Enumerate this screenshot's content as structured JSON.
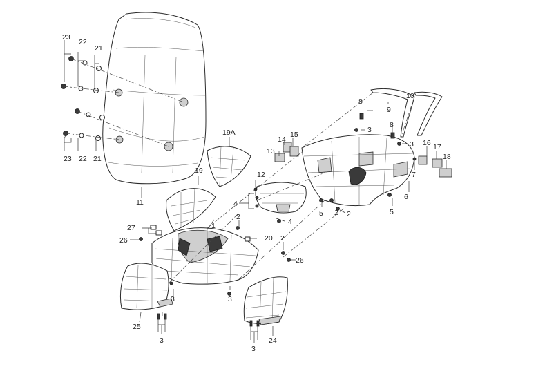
{
  "callouts": {
    "c1": "1",
    "c2a": "2",
    "c2b": "2",
    "c2c": "2",
    "c2d": "2",
    "c3a": "3",
    "c3b": "3",
    "c3c": "3",
    "c3d": "3",
    "c3e": "3",
    "c4a": "4",
    "c4b": "4",
    "c5a": "5",
    "c5b": "5",
    "c6": "6",
    "c7": "7",
    "c8a": "8",
    "c8b": "8",
    "c9": "9",
    "c10": "10",
    "c11": "11",
    "c12": "12",
    "c13": "13",
    "c14": "14",
    "c15": "15",
    "c16": "16",
    "c17": "17",
    "c18": "18",
    "c19": "19",
    "c19a": "19A",
    "c20": "20",
    "c21a": "21",
    "c21b": "21",
    "c22a": "22",
    "c22b": "22",
    "c23a": "23",
    "c23b": "23",
    "c24": "24",
    "c25": "25",
    "c26a": "26",
    "c26b": "26",
    "c27": "27"
  }
}
